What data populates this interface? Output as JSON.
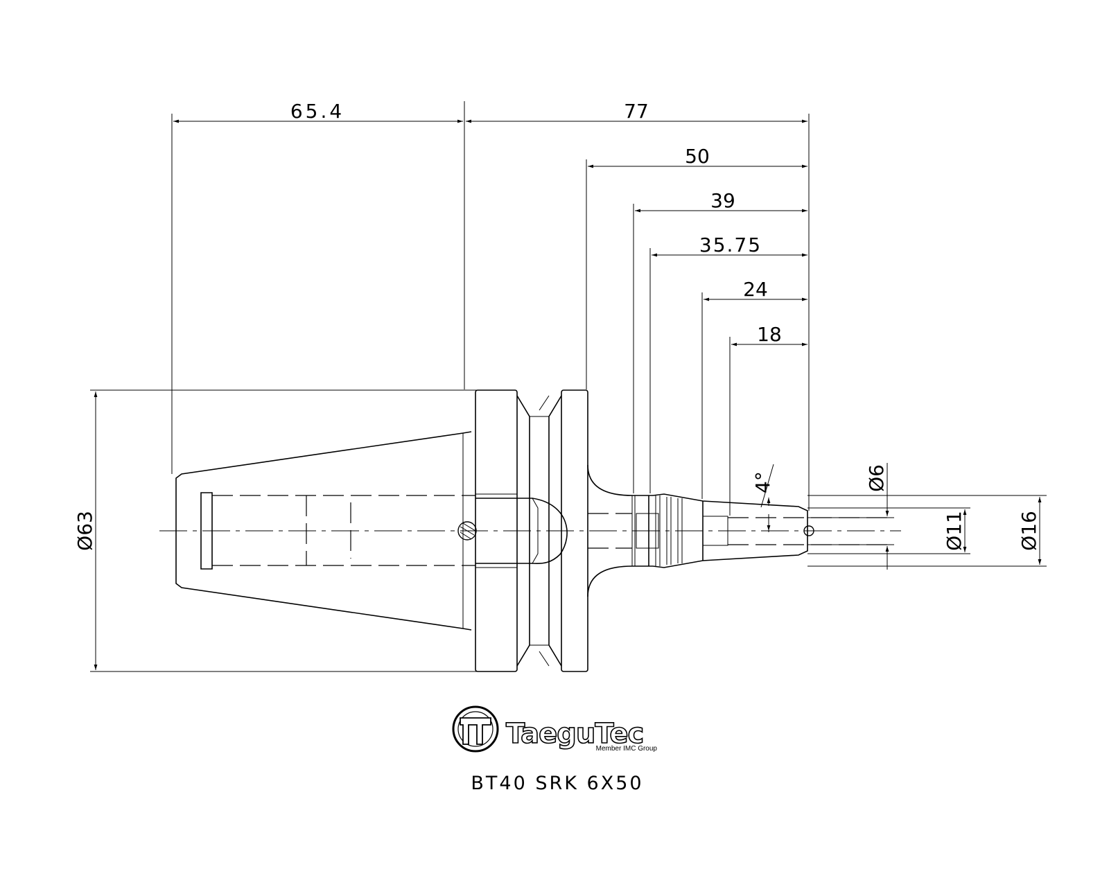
{
  "dimensions": {
    "len_65_4": "65.4",
    "len_77": "77",
    "len_50": "50",
    "len_39": "39",
    "len_35_75": "35.75",
    "len_24": "24",
    "len_18": "18",
    "angle_4": "4°",
    "dia_6": "Ø6",
    "dia_11": "Ø11",
    "dia_16": "Ø16",
    "dia_63": "Ø63"
  },
  "logo": {
    "name": "TaeguTec",
    "tagline": "Member IMC Group"
  },
  "title": "BT40 SRK 6X50",
  "colors": {
    "line": "#000000",
    "background": "#ffffff"
  }
}
